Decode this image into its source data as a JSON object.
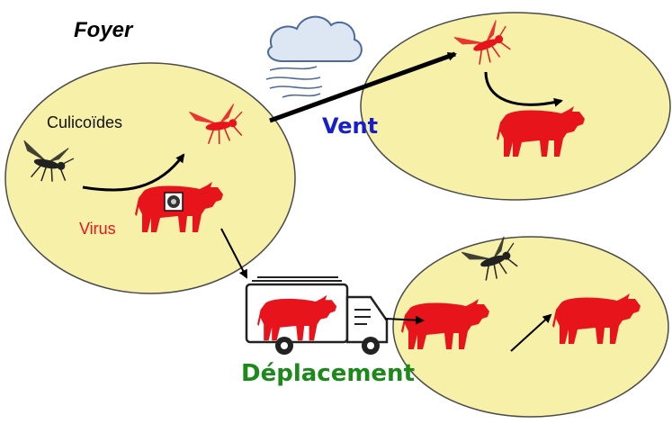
{
  "title": "Foyer",
  "labels": {
    "culicoides": "Culicoïdes",
    "virus": "Virus",
    "wind": "Vent",
    "movement": "Déplacement"
  },
  "colors": {
    "zone_fill": "#f7f0a8",
    "zone_stroke": "#4a4a4a",
    "infected": "#e8141c",
    "wind_label": "#1720c8",
    "movement_label": "#1b8a1b"
  },
  "icons": [
    "midge-icon",
    "infected-midge-icon",
    "cow-icon",
    "virus-icon",
    "cloud-wind-icon",
    "truck-icon"
  ]
}
